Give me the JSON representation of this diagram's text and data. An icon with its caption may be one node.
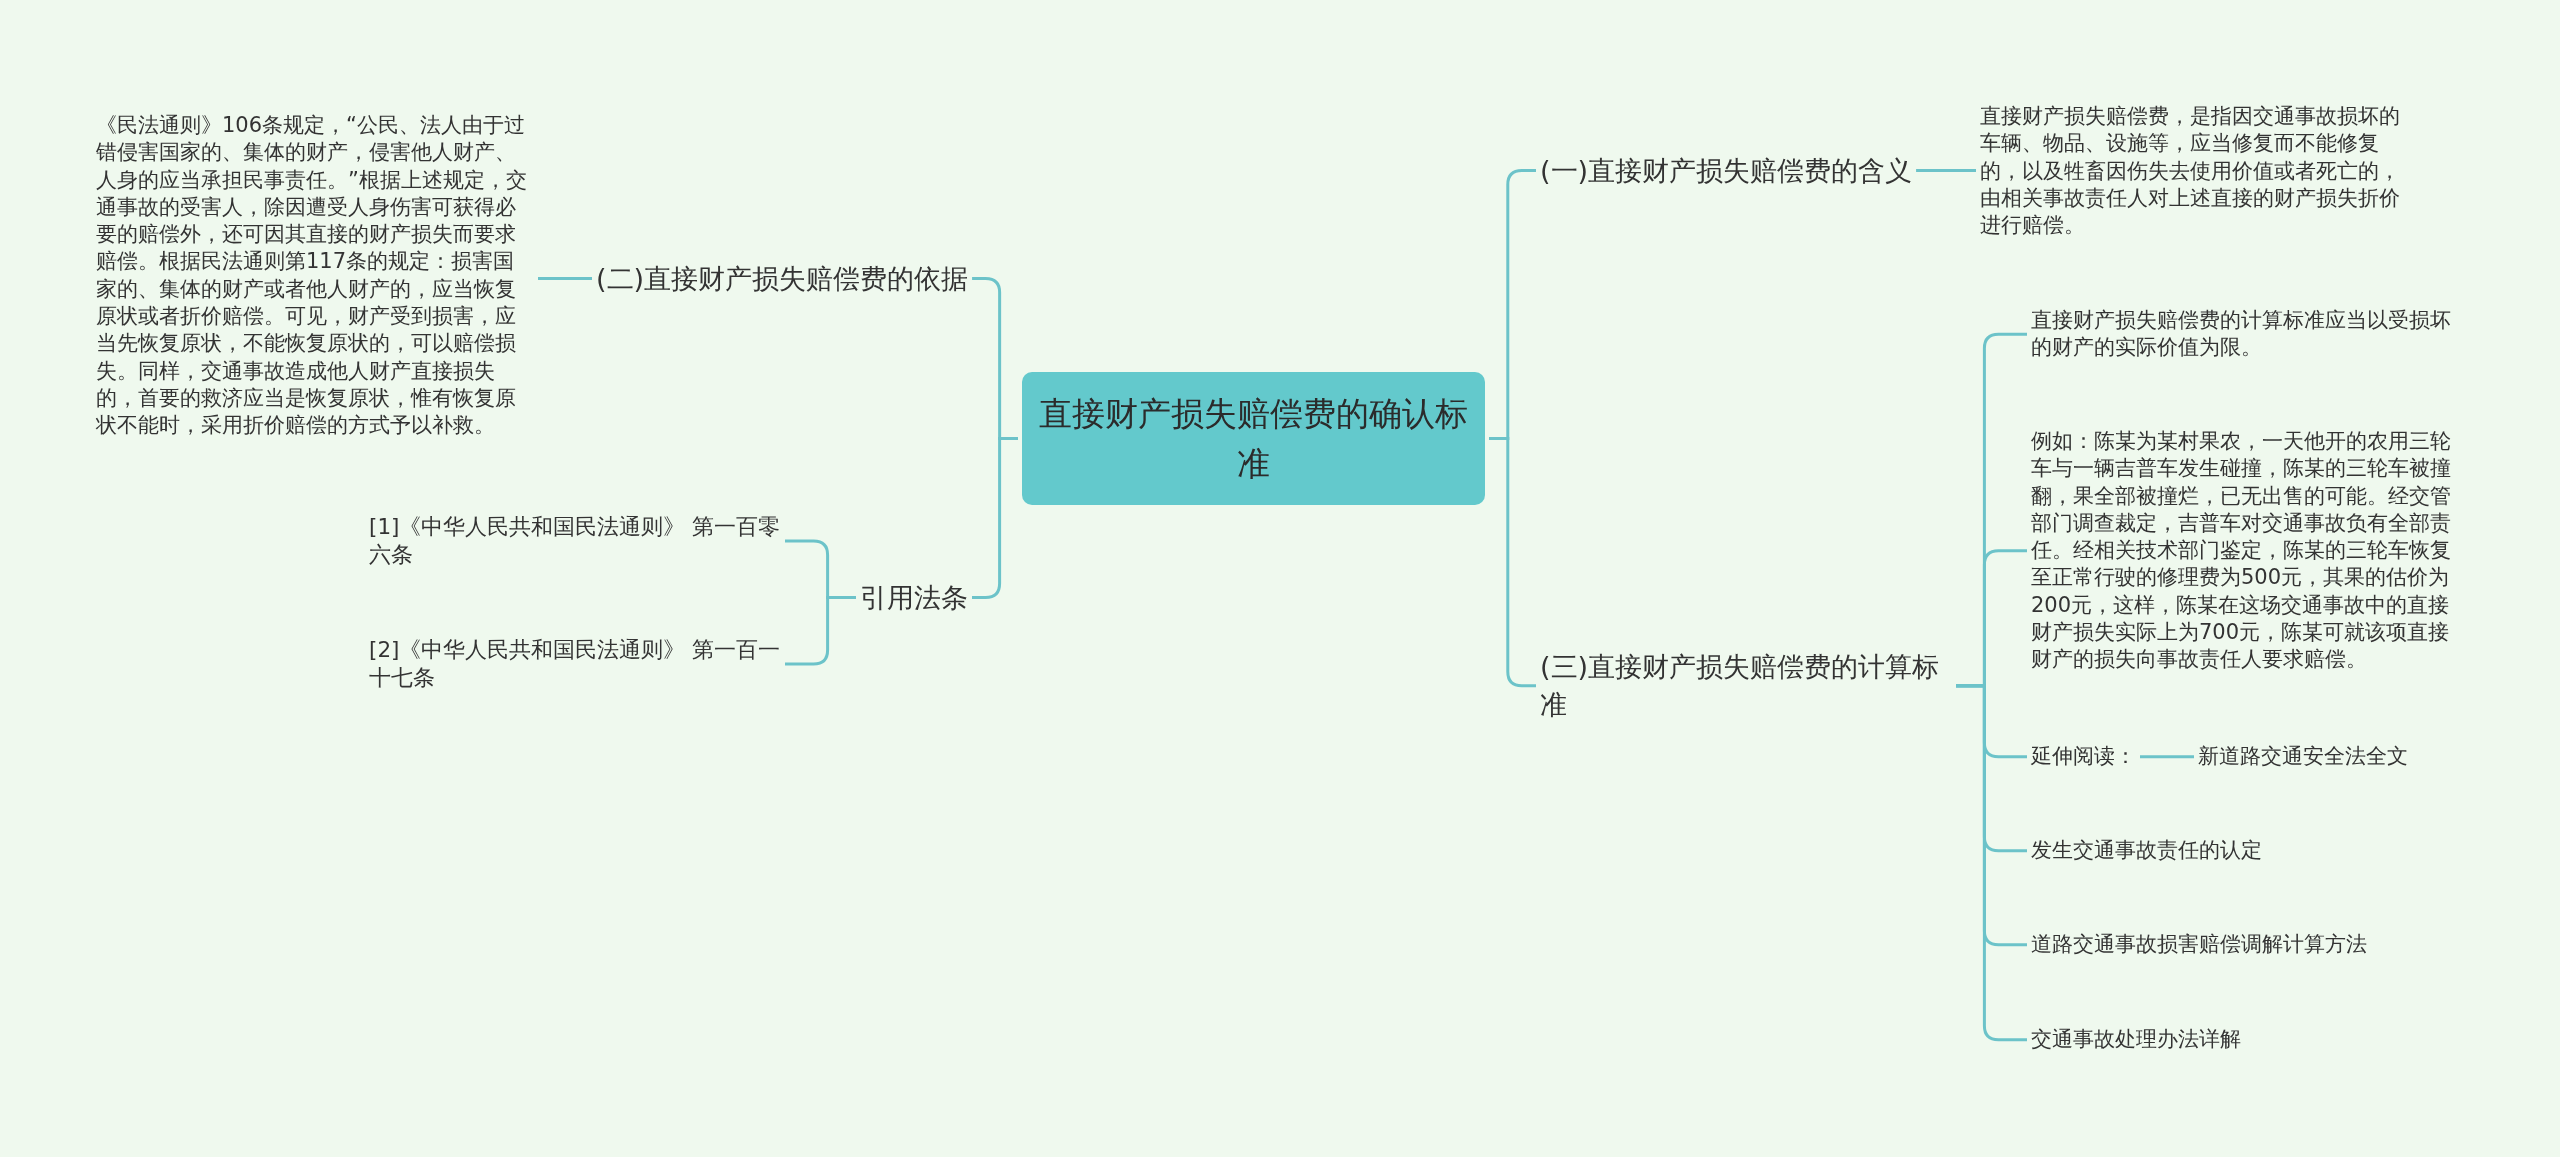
{
  "diagram": {
    "nodes": [
      {
        "text": [
          "直接财产损失赔偿费的确认标准"
        ]
      },
      {
        "text": [
          "(一)直接财产损失赔偿费的含义"
        ]
      },
      {
        "text": [
          "直接财产损失赔偿费，是指因交通事故损坏的车辆、物品、设施等，应当修复而不能修复的，以及牲畜因伤失去使用价值或者死亡的，由相关事故责任人对上述直接的财产损失折价进行赔偿。"
        ]
      },
      {
        "text": [
          "(二)直接财产损失赔偿费的依据"
        ]
      },
      {
        "text": [
          "《民法通则》106条规定，“公民、法人由于过错侵害国家的、集体的财产，侵害他人财产、人身的应当承担民事责任。”根据上述规定，交通事故的受害人，除因遭受人身伤害可获得必要的赔偿外，还可因其直接的财产损失而要求赔偿。根据民法通则第117条的规定：损害国家的、集体的财产或者他人财产的，应当恢复原状或者折价赔偿。可见，财产受到损害，应当先恢复原状，不能恢复原状的，可以赔偿损失。同样，交通事故造成他人财产直接损失的，首要的救济应当是恢复原状，惟有恢复原状不能时，采用折价赔偿的方式予以补救。"
        ]
      },
      {
        "text": [
          "(三)直接财产损失赔偿费的计算标准"
        ]
      },
      {
        "text": [
          "直接财产损失赔偿费的计算标准应当以受损坏的财产的实际价值为限。"
        ]
      },
      {
        "text": [
          "例如：陈某为某村果农，一天他开的农用三轮车与一辆吉普车发生碰撞，陈某的三轮车被撞翻，果全部被撞烂，已无出售的可能。经交管部门调查裁定，吉普车对交通事故负有全部责任。经相关技术部门鉴定，陈某的三轮车恢复至正常行驶的修理费为500元，其果的估价为200元，这样，陈某在这场交通事故中的直接财产损失实际上为700元，陈某可就该项直接财产的损失向事故责任人要求赔偿。"
        ]
      },
      {
        "text": [
          "延伸阅读："
        ]
      },
      {
        "text": [
          "新道路交通安全法全文"
        ]
      },
      {
        "text": [
          "发生交通事故责任的认定"
        ]
      },
      {
        "text": [
          "道路交通事故损害赔偿调解计算方法"
        ]
      },
      {
        "text": [
          "交通事故处理办法详解"
        ]
      },
      {
        "text": [
          "引用法条"
        ]
      },
      {
        "text": [
          "[1]《中华人民共和国民法通则》 第一百零六条"
        ]
      },
      {
        "text": [
          "[2]《中华人民共和国民法通则》 第一百一十七条"
        ]
      }
    ],
    "edges": [
      {
        "from": 0,
        "to": 1,
        "arrow": "none"
      },
      {
        "from": 1,
        "to": 2,
        "arrow": "none"
      },
      {
        "from": 0,
        "to": 3,
        "arrow": "none"
      },
      {
        "from": 3,
        "to": 4,
        "arrow": "none"
      },
      {
        "from": 0,
        "to": 5,
        "arrow": "none"
      },
      {
        "from": 5,
        "to": 6,
        "arrow": "none"
      },
      {
        "from": 5,
        "to": 7,
        "arrow": "none"
      },
      {
        "from": 5,
        "to": 8,
        "arrow": "none"
      },
      {
        "from": 8,
        "to": 9,
        "arrow": "none"
      },
      {
        "from": 5,
        "to": 10,
        "arrow": "none"
      },
      {
        "from": 5,
        "to": 11,
        "arrow": "none"
      },
      {
        "from": 5,
        "to": 12,
        "arrow": "none"
      },
      {
        "from": 0,
        "to": 13,
        "arrow": "none"
      },
      {
        "from": 13,
        "to": 14,
        "arrow": "none"
      },
      {
        "from": 13,
        "to": 15,
        "arrow": "none"
      }
    ]
  }
}
